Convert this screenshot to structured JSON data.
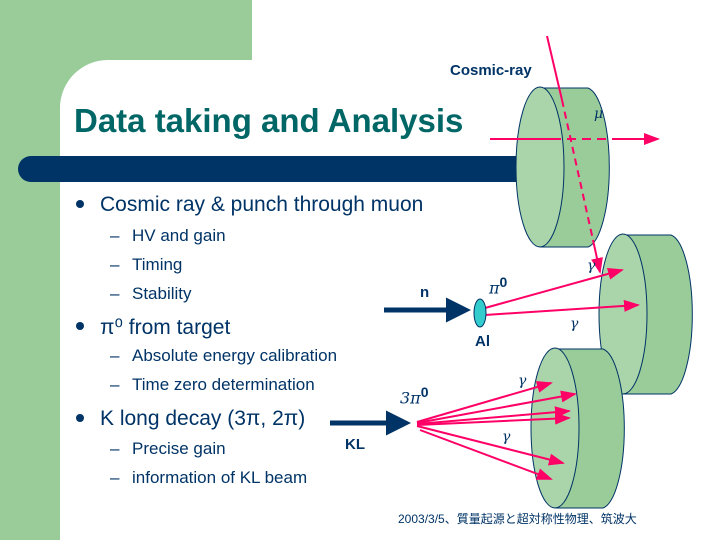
{
  "title": "Data taking and Analysis",
  "bullets": [
    {
      "text": "Cosmic ray & punch through muon",
      "sub": [
        "HV and gain",
        "Timing",
        "Stability"
      ]
    },
    {
      "text": "π⁰ from target",
      "sub": [
        "Absolute energy calibration",
        "Time zero determination"
      ]
    },
    {
      "text": "K long decay (3π, 2π)",
      "sub": [
        "Precise gain",
        "information of KL beam"
      ]
    }
  ],
  "diagram": {
    "cosmic_label": "Cosmic-ray",
    "mu": "μ",
    "n": "n",
    "pi0": "π",
    "pi0_sup": "0",
    "al": "Al",
    "gamma": "γ",
    "three_pi0": "3π",
    "three_pi0_sup": "0",
    "kl": "KL"
  },
  "footer": "2003/3/5、質量起源と超対称性物理、筑波大",
  "colors": {
    "green": "#99cc99",
    "navy": "#003366",
    "title": "#006666",
    "ray": "#ff0066"
  }
}
